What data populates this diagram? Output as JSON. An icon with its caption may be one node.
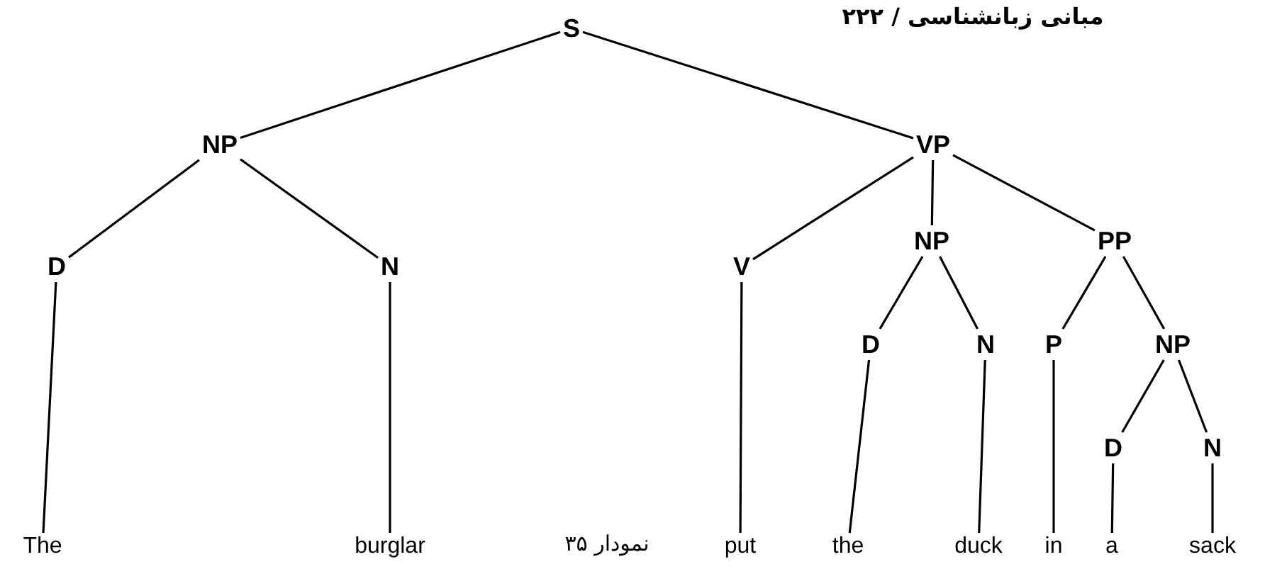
{
  "diagram": {
    "caption": "نمودار ۳۵",
    "nodes": [
      {
        "text": [
          "S"
        ]
      },
      {
        "text": [
          "NP"
        ]
      },
      {
        "text": [
          "VP"
        ]
      },
      {
        "text": [
          "D"
        ]
      },
      {
        "text": [
          "N"
        ]
      },
      {
        "text": [
          "V"
        ]
      },
      {
        "text": [
          "NP"
        ]
      },
      {
        "text": [
          "PP"
        ]
      },
      {
        "text": [
          "D"
        ]
      },
      {
        "text": [
          "N"
        ]
      },
      {
        "text": [
          "P"
        ]
      },
      {
        "text": [
          "NP"
        ]
      },
      {
        "text": [
          "D"
        ]
      },
      {
        "text": [
          "N"
        ]
      },
      {
        "text": [
          "The"
        ]
      },
      {
        "text": [
          "burglar"
        ]
      },
      {
        "text": [
          "put"
        ]
      },
      {
        "text": [
          "the"
        ]
      },
      {
        "text": [
          "duck"
        ]
      },
      {
        "text": [
          "in"
        ]
      },
      {
        "text": [
          "a"
        ]
      },
      {
        "text": [
          "sack"
        ]
      }
    ],
    "edges": [
      {
        "from": 0,
        "to": 1,
        "arrow": "none"
      },
      {
        "from": 0,
        "to": 2,
        "arrow": "none"
      },
      {
        "from": 1,
        "to": 3,
        "arrow": "none"
      },
      {
        "from": 1,
        "to": 4,
        "arrow": "none"
      },
      {
        "from": 2,
        "to": 5,
        "arrow": "none"
      },
      {
        "from": 2,
        "to": 6,
        "arrow": "none"
      },
      {
        "from": 2,
        "to": 7,
        "arrow": "none"
      },
      {
        "from": 6,
        "to": 8,
        "arrow": "none"
      },
      {
        "from": 6,
        "to": 9,
        "arrow": "none"
      },
      {
        "from": 7,
        "to": 10,
        "arrow": "none"
      },
      {
        "from": 7,
        "to": 11,
        "arrow": "none"
      },
      {
        "from": 11,
        "to": 12,
        "arrow": "none"
      },
      {
        "from": 11,
        "to": 13,
        "arrow": "none"
      },
      {
        "from": 3,
        "to": 14,
        "arrow": "none"
      },
      {
        "from": 4,
        "to": 15,
        "arrow": "none"
      },
      {
        "from": 5,
        "to": 16,
        "arrow": "none"
      },
      {
        "from": 8,
        "to": 17,
        "arrow": "none"
      },
      {
        "from": 9,
        "to": 18,
        "arrow": "none"
      },
      {
        "from": 10,
        "to": 19,
        "arrow": "none"
      },
      {
        "from": 12,
        "to": 20,
        "arrow": "none"
      },
      {
        "from": 13,
        "to": 21,
        "arrow": "none"
      }
    ],
    "labels": [
      "مبانی زبانشناسی / ۲۲۲"
    ]
  }
}
